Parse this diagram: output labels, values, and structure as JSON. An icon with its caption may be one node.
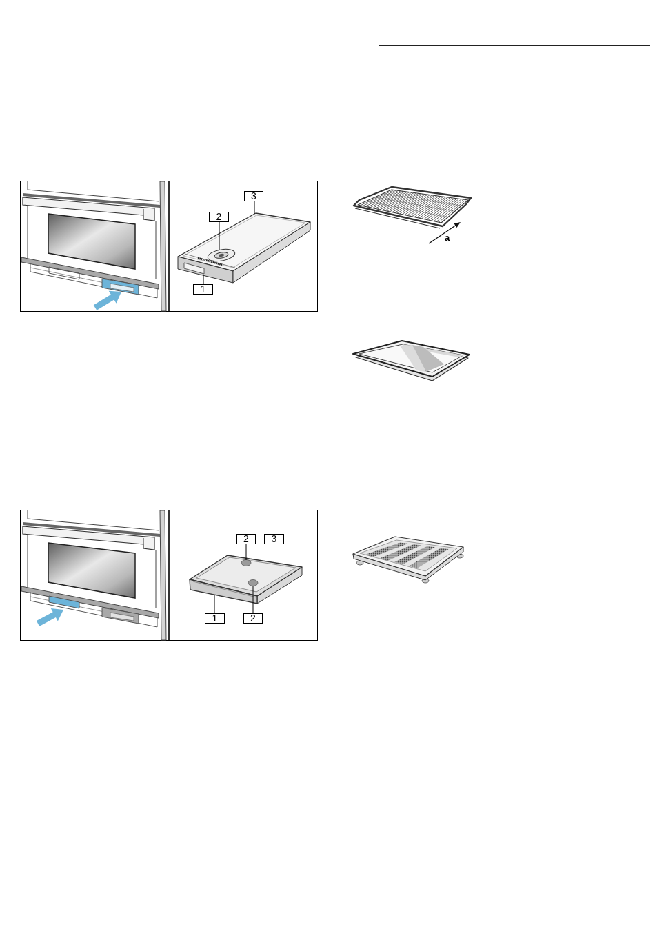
{
  "diagram": {
    "nodes": [
      {
        "text": [
          "3"
        ]
      },
      {
        "text": [
          "2"
        ]
      },
      {
        "text": [],
        "shape": "picture"
      },
      {
        "text": [],
        "shape": "circle",
        "in": 2
      },
      {
        "text": [],
        "shape": "box"
      },
      {
        "text": [
          "1"
        ]
      },
      {
        "text": [
          "2"
        ]
      },
      {
        "text": [
          "3"
        ]
      },
      {
        "text": [],
        "shape": "circle"
      },
      {
        "text": [],
        "shape": "picture"
      },
      {
        "text": [],
        "shape": "circle"
      },
      {
        "text": [
          "1"
        ]
      },
      {
        "text": [
          "2"
        ]
      }
    ],
    "edges": [
      {
        "from": 0,
        "to": 2,
        "arrow": "none"
      },
      {
        "from": 1,
        "to": 3,
        "arrow": "none"
      },
      {
        "from": 5,
        "to": 4,
        "arrow": "none"
      },
      {
        "from": 6,
        "to": 8,
        "arrow": "none"
      },
      {
        "from": 11,
        "to": 9,
        "arrow": "none"
      },
      {
        "from": 12,
        "to": 10,
        "arrow": "none"
      }
    ],
    "labels": [
      "a"
    ]
  }
}
